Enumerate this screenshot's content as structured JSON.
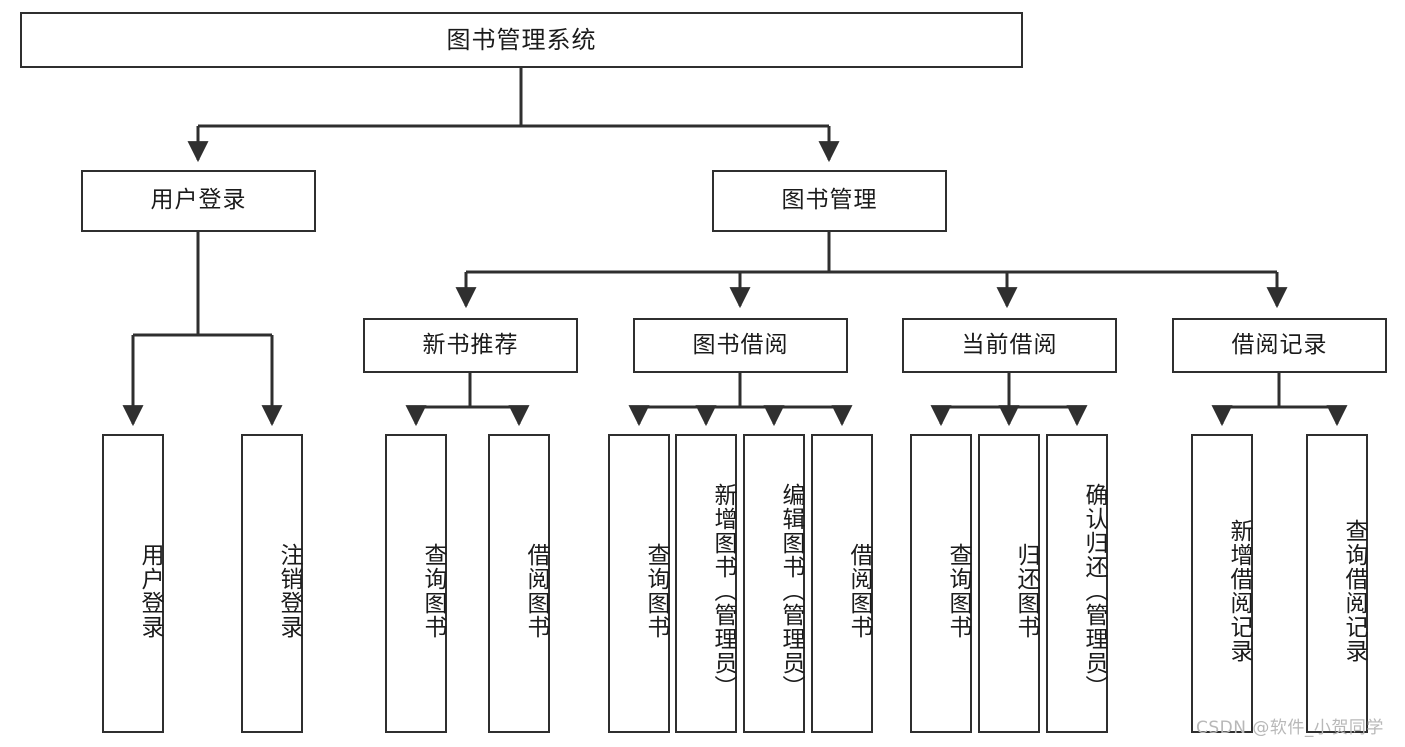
{
  "diagram": {
    "type": "tree",
    "title": "图书管理系统",
    "watermark": "CSDN @软件_小贺同学",
    "colors": {
      "box_border": "#2f2f2f",
      "box_fill": "#ffffff",
      "connector": "#2f2f2f",
      "background": "#ffffff",
      "watermark": "#b8b8b8"
    },
    "levels": {
      "root": "图书管理系统",
      "level2": [
        "用户登录",
        "图书管理"
      ],
      "level3": [
        "新书推荐",
        "图书借阅",
        "当前借阅",
        "借阅记录"
      ]
    },
    "nodes": {
      "root": {
        "label": "图书管理系统"
      },
      "user_login": {
        "label": "用户登录"
      },
      "book_manage": {
        "label": "图书管理"
      },
      "new_book_rec": {
        "label": "新书推荐"
      },
      "book_borrow": {
        "label": "图书借阅"
      },
      "current_borrow": {
        "label": "当前借阅"
      },
      "borrow_record": {
        "label": "借阅记录"
      },
      "leaf_user_login": {
        "label": "用户登录"
      },
      "leaf_logout": {
        "label": "注销登录"
      },
      "leaf_query_book_1": {
        "label": "查询图书"
      },
      "leaf_borrow_book_1": {
        "label": "借阅图书"
      },
      "leaf_query_book_2": {
        "label": "查询图书"
      },
      "leaf_add_book": {
        "label": "新增图书（管理员）"
      },
      "leaf_edit_book": {
        "label": "编辑图书（管理员）"
      },
      "leaf_borrow_book_2": {
        "label": "借阅图书"
      },
      "leaf_query_book_3": {
        "label": "查询图书"
      },
      "leaf_return_book": {
        "label": "归还图书"
      },
      "leaf_confirm_return": {
        "label": "确认归还（管理员）"
      },
      "leaf_add_record": {
        "label": "新增借阅记录"
      },
      "leaf_query_record": {
        "label": "查询借阅记录"
      }
    },
    "edges": [
      {
        "from": "图书管理系统",
        "to": "用户登录"
      },
      {
        "from": "图书管理系统",
        "to": "图书管理"
      },
      {
        "from": "用户登录",
        "to": "用户登录"
      },
      {
        "from": "用户登录",
        "to": "注销登录"
      },
      {
        "from": "图书管理",
        "to": "新书推荐"
      },
      {
        "from": "图书管理",
        "to": "图书借阅"
      },
      {
        "from": "图书管理",
        "to": "当前借阅"
      },
      {
        "from": "图书管理",
        "to": "借阅记录"
      },
      {
        "from": "新书推荐",
        "to": "查询图书"
      },
      {
        "from": "新书推荐",
        "to": "借阅图书"
      },
      {
        "from": "图书借阅",
        "to": "查询图书"
      },
      {
        "from": "图书借阅",
        "to": "新增图书（管理员）"
      },
      {
        "from": "图书借阅",
        "to": "编辑图书（管理员）"
      },
      {
        "from": "图书借阅",
        "to": "借阅图书"
      },
      {
        "from": "当前借阅",
        "to": "查询图书"
      },
      {
        "from": "当前借阅",
        "to": "归还图书"
      },
      {
        "from": "当前借阅",
        "to": "确认归还（管理员）"
      },
      {
        "from": "借阅记录",
        "to": "新增借阅记录"
      },
      {
        "from": "借阅记录",
        "to": "查询借阅记录"
      }
    ]
  }
}
